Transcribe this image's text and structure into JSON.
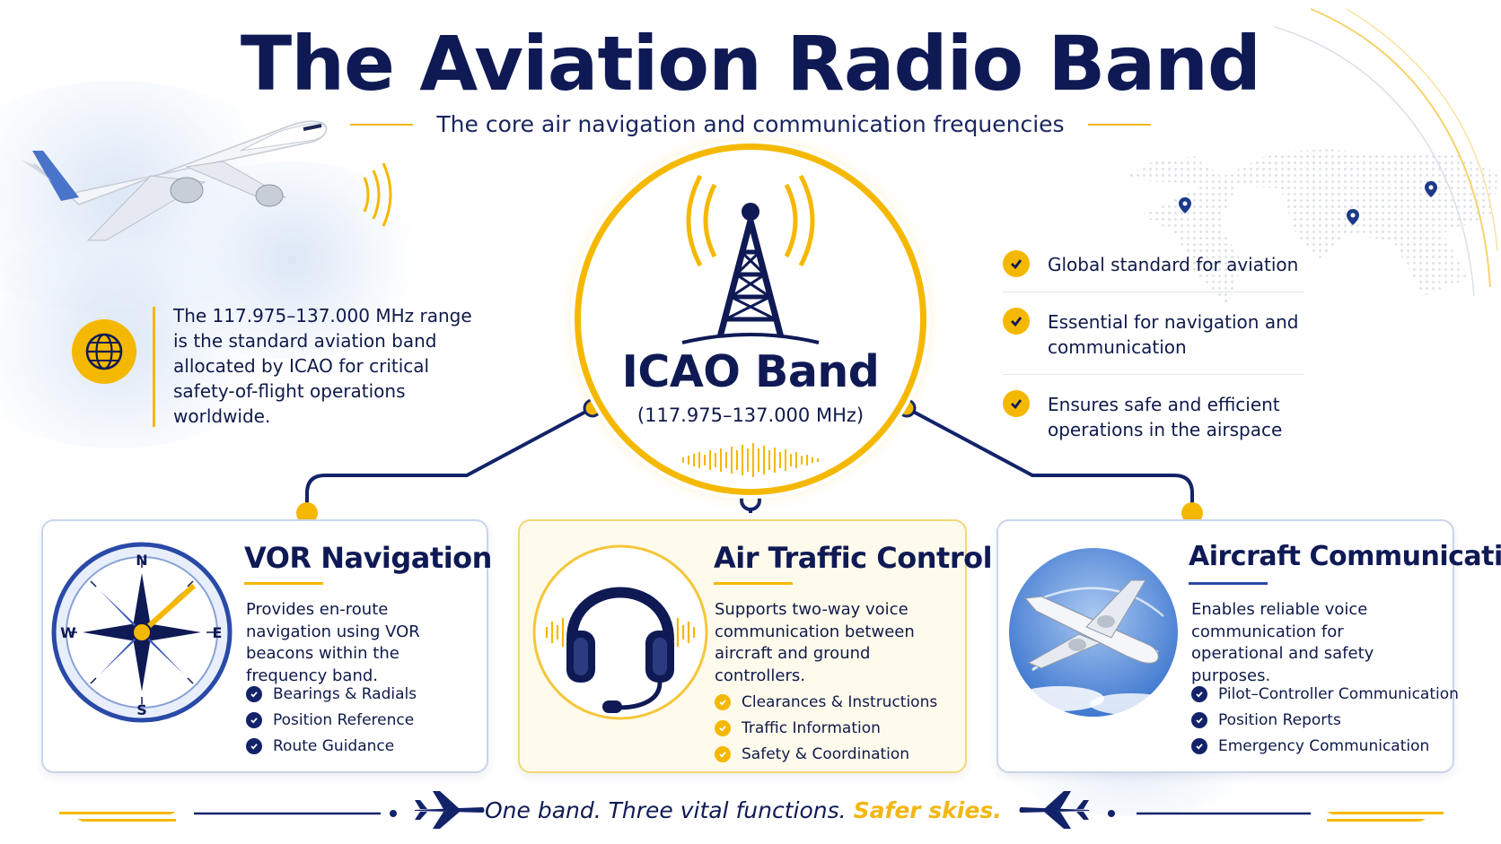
{
  "header": {
    "title": "The Aviation Radio Band",
    "subtitle": "The core air navigation and communication frequencies"
  },
  "intro": {
    "icon": "globe-icon",
    "text": "The 117.975–137.000 MHz range is the standard aviation band allocated by ICAO for critical safety-of-flight operations worldwide."
  },
  "hub": {
    "icon": "radio-tower-icon",
    "title": "ICAO Band",
    "range": "(117.975–137.000 MHz)"
  },
  "benefits": [
    {
      "text": "Global standard for aviation"
    },
    {
      "text": "Essential for navigation and communication"
    },
    {
      "text": "Ensures safe and efficient operations in the airspace"
    }
  ],
  "cards": {
    "vor": {
      "title": "VOR Navigation",
      "icon": "compass-icon",
      "description": "Provides en-route navigation using VOR beacons within the frequency band.",
      "items": [
        "Bearings & Radials",
        "Position Reference",
        "Route Guidance"
      ],
      "compass_labels": {
        "n": "N",
        "s": "S",
        "e": "E",
        "w": "W"
      }
    },
    "atc": {
      "title": "Air Traffic Control",
      "icon": "headset-icon",
      "description": "Supports two-way voice communication between aircraft and ground controllers.",
      "items": [
        "Clearances & Instructions",
        "Traffic Information",
        "Safety & Coordination"
      ]
    },
    "comm": {
      "title": "Aircraft Communication",
      "icon": "airplane-icon",
      "description": "Enables reliable voice communication for operational and safety purposes.",
      "items": [
        "Pilot–Controller Communication",
        "Position Reports",
        "Emergency Communication"
      ]
    }
  },
  "footer": {
    "tagline_main": "One band. Three vital functions.",
    "tagline_accent": "Safer skies."
  },
  "colors": {
    "navy": "#0f1a55",
    "gold": "#f5b800",
    "light_blue": "#c9d5ec"
  }
}
